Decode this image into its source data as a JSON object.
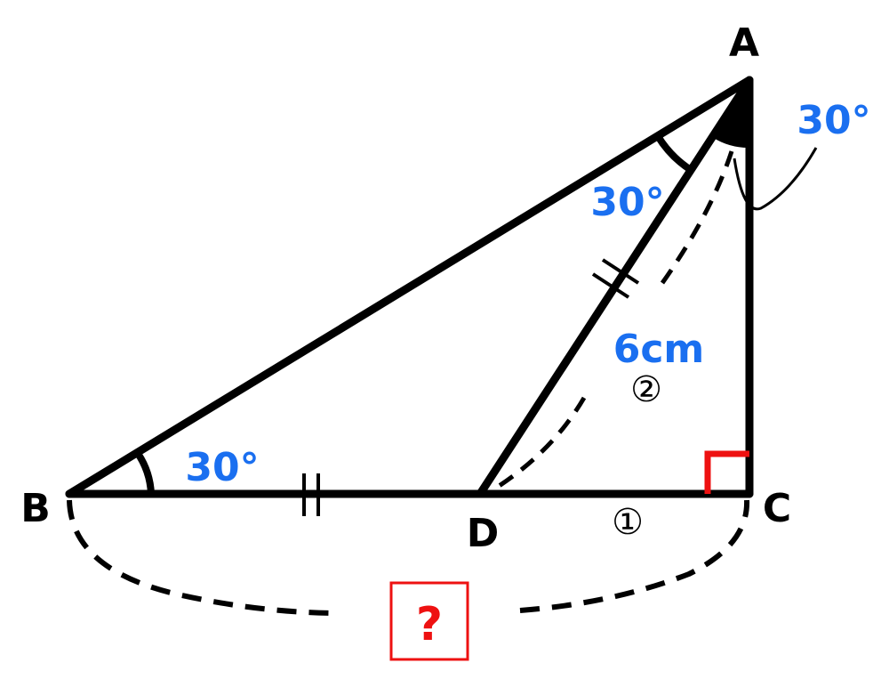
{
  "colors": {
    "line": "#000000",
    "value": "#1a6ff0",
    "accent": "#ee1111"
  },
  "vertices": {
    "a": "A",
    "b": "B",
    "c": "C",
    "d": "D"
  },
  "angles": {
    "at_b": "30°",
    "bad": "30°",
    "dac": "30°"
  },
  "lengths": {
    "ad": "6cm"
  },
  "ratios": {
    "dc": "①",
    "ad": "②"
  },
  "unknown": {
    "bc": "?"
  }
}
